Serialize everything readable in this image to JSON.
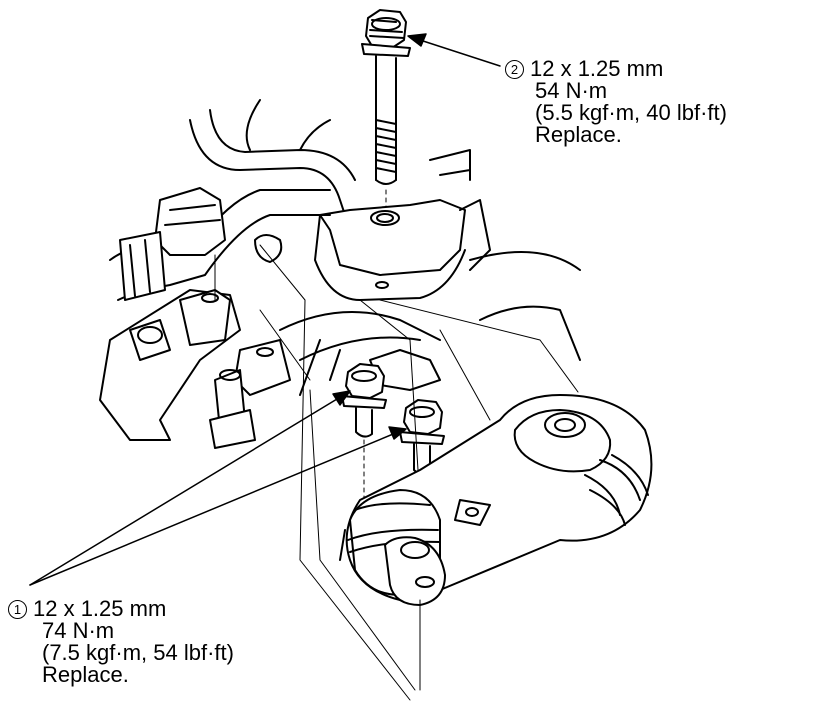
{
  "callouts": [
    {
      "number": "2",
      "size": "12 x 1.25 mm",
      "torque": "54 N·m",
      "torque_alt": "(5.5 kgf·m, 40 lbf·ft)",
      "note": "Replace."
    },
    {
      "number": "1",
      "size": "12 x 1.25 mm",
      "torque": "74 N·m",
      "torque_alt": "(7.5 kgf·m, 54 lbf·ft)",
      "note": "Replace."
    }
  ],
  "colors": {
    "ink": "#000000",
    "paper": "#ffffff"
  }
}
